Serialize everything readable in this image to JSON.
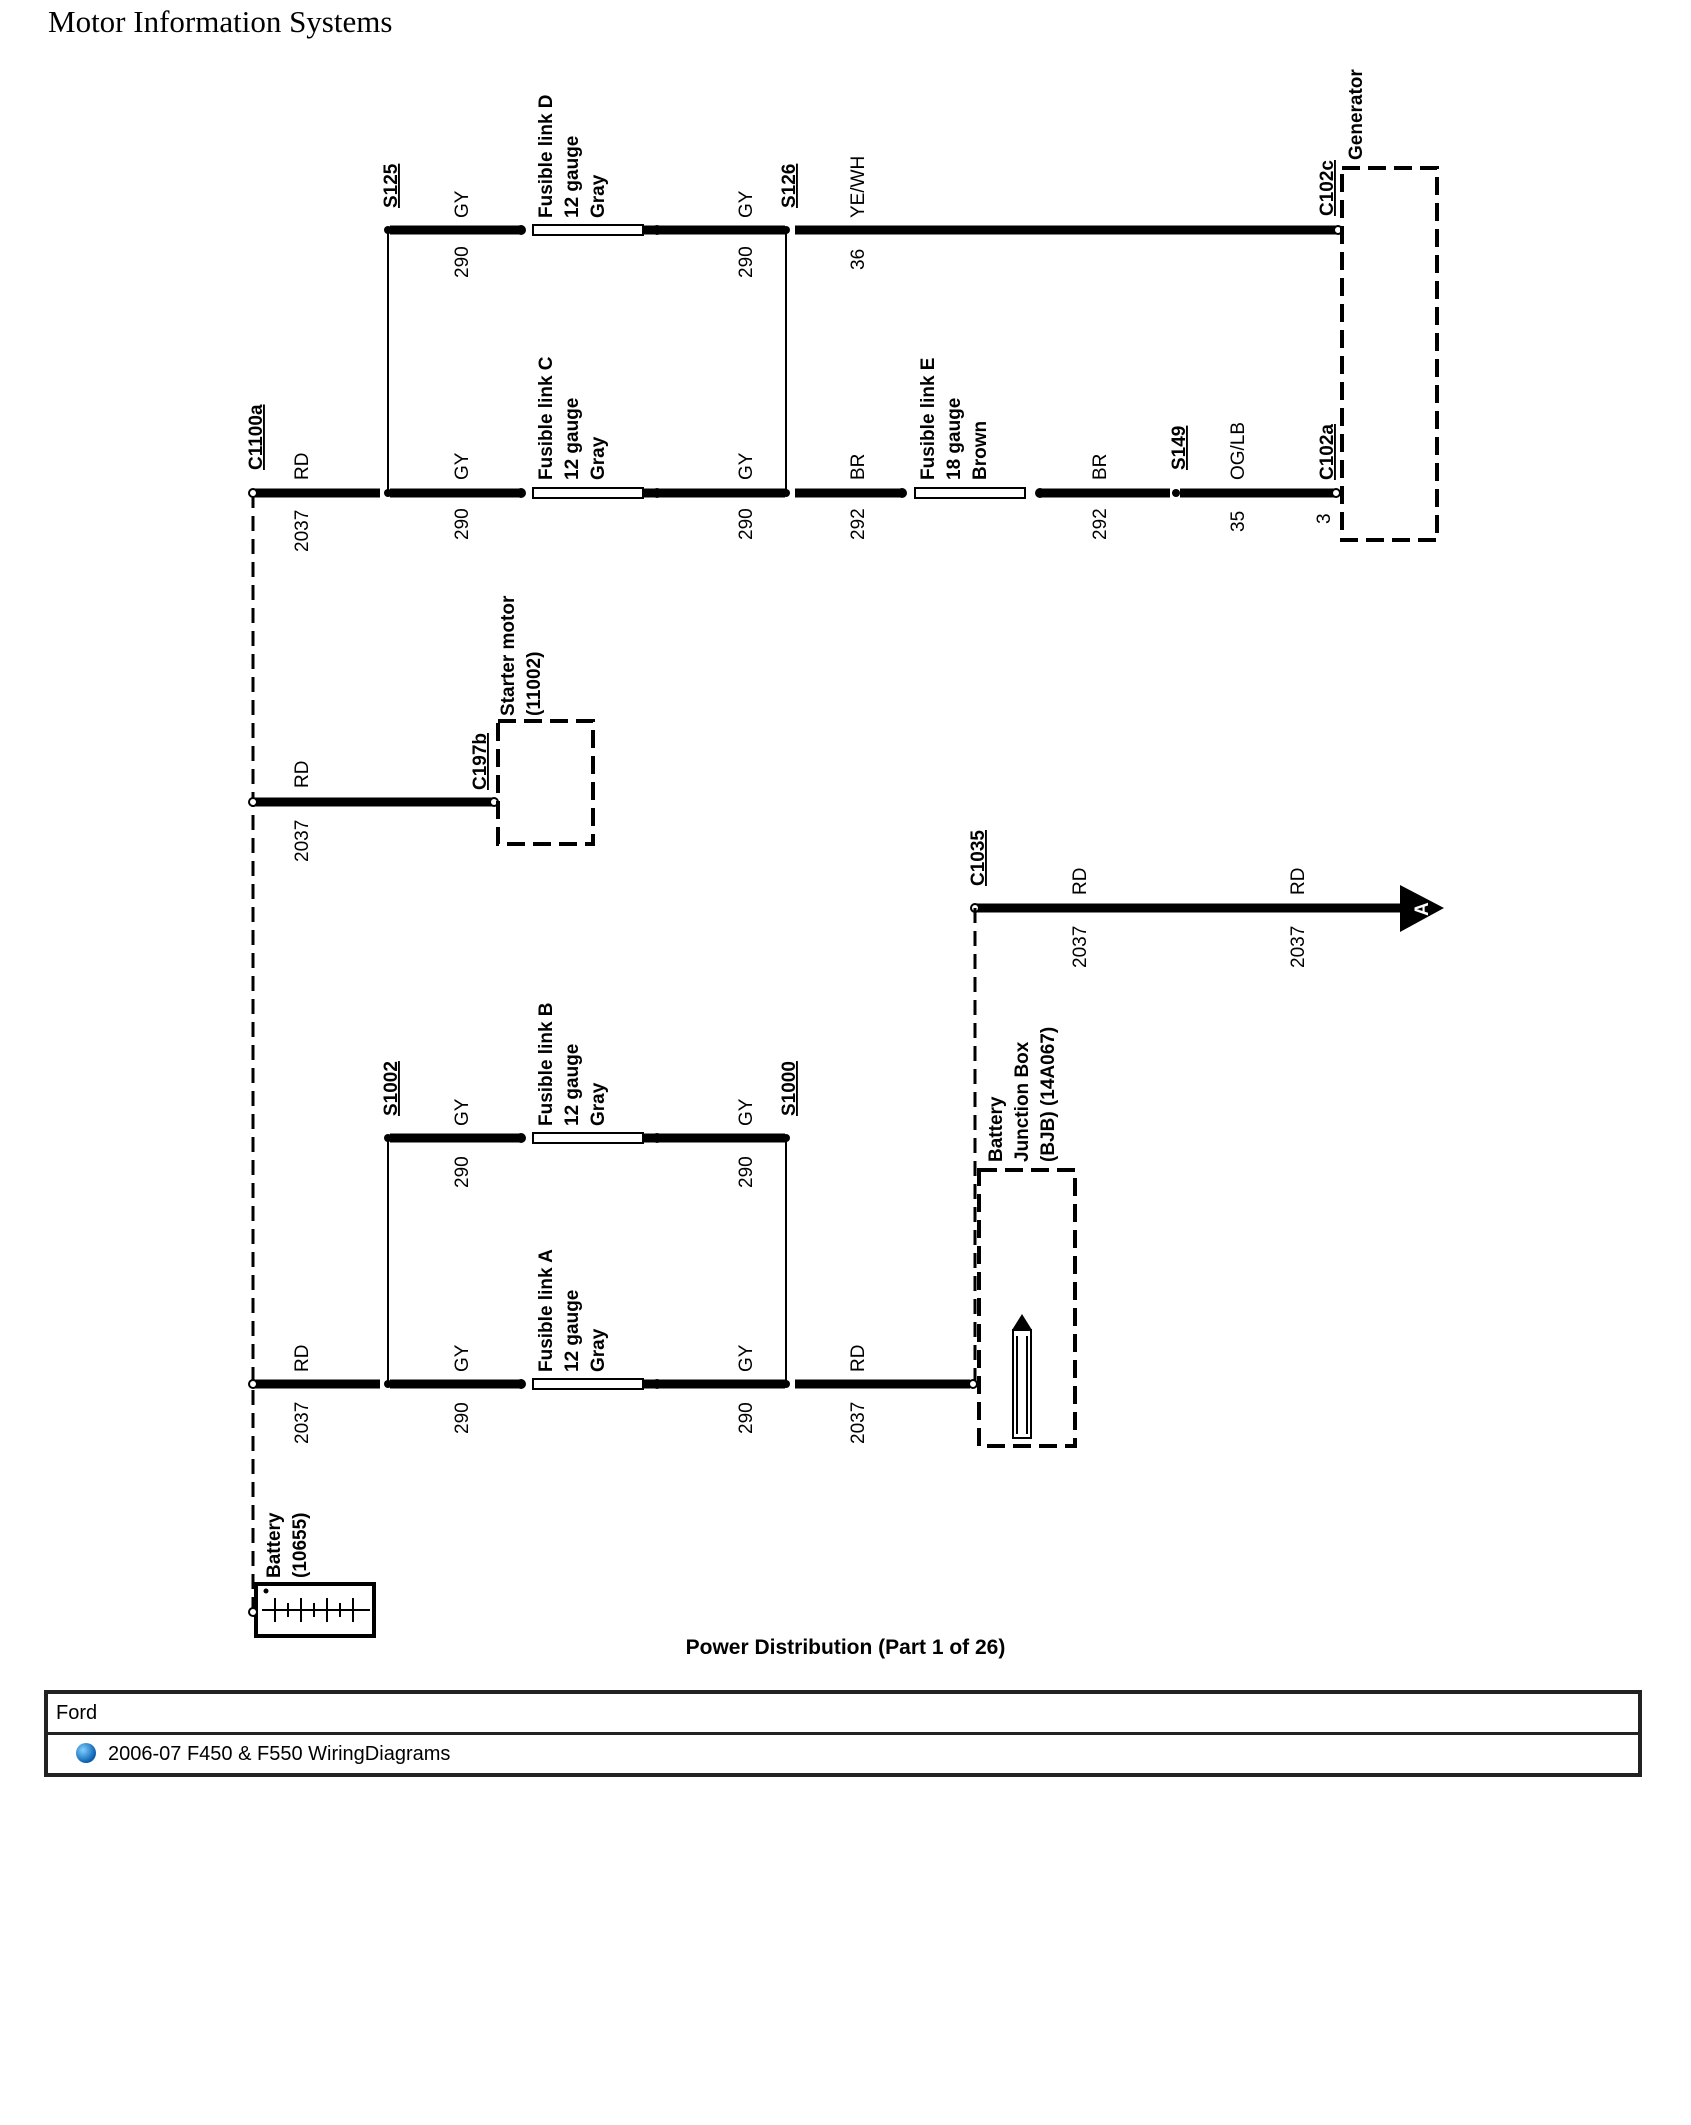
{
  "header": {
    "title": "Motor Information Systems"
  },
  "diagram": {
    "caption": "Power Distribution (Part 1 of 26)",
    "connectors": {
      "c1100a": "C1100a",
      "c197b": "C197b",
      "c1035": "C1035",
      "c102a": "C102a",
      "c102c": "C102c"
    },
    "splices": {
      "s125": "S125",
      "s126": "S126",
      "s149": "S149",
      "s1002": "S1002",
      "s1000": "S1000"
    },
    "components": {
      "generator": "Generator",
      "starter_line1": "Starter motor",
      "starter_line2": "(11002)",
      "battery_line1": "Battery",
      "battery_line2": "(10655)",
      "bjb_line1": "Battery",
      "bjb_line2": "Junction Box",
      "bjb_line3": "(BJB) (14A067)",
      "offpage_ref": "A"
    },
    "fusible_links": {
      "a": [
        "Fusible link A",
        "12 gauge",
        "Gray"
      ],
      "b": [
        "Fusible link B",
        "12 gauge",
        "Gray"
      ],
      "c": [
        "Fusible link C",
        "12 gauge",
        "Gray"
      ],
      "d": [
        "Fusible link D",
        "12 gauge",
        "Gray"
      ],
      "e": [
        "Fusible link E",
        "18 gauge",
        "Brown"
      ]
    },
    "wires": {
      "rd": "RD",
      "gy": "GY",
      "br": "BR",
      "yewh": "YE/WH",
      "oglb": "OG/LB",
      "c2037": "2037",
      "c290": "290",
      "c292": "292",
      "c36": "36",
      "c35": "35",
      "pin3": "3"
    }
  },
  "footer": {
    "make": "Ford",
    "model": "2006-07 F450 & F550 WiringDiagrams"
  }
}
